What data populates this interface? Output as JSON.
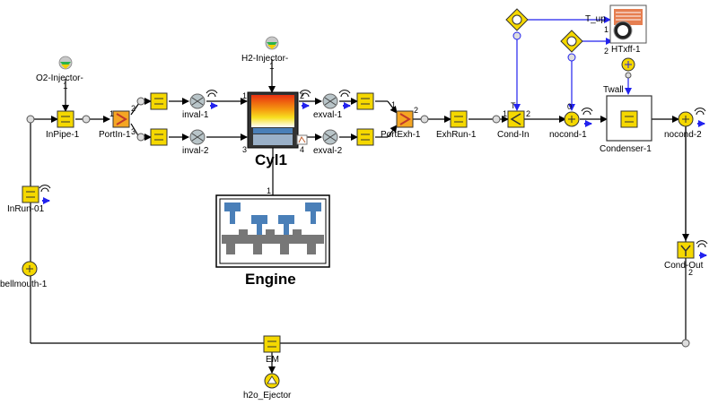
{
  "labels": {
    "o2_injector": "O2-Injector-",
    "o2_injector_idx": "1",
    "h2_injector": "H2-Injector-",
    "h2_injector_idx": "1",
    "inpipe": "InPipe-1",
    "portin": "PortIn-1",
    "inval1": "inval-1",
    "inval2": "inval-2",
    "cyl": "Cyl1",
    "exval1": "exval-1",
    "exval2": "exval-2",
    "portexh": "PortExh-1",
    "exhrun": "ExhRun-1",
    "condin": "Cond-In",
    "nocond1": "nocond-1",
    "condenser": "Condenser-1",
    "nocond2": "nocond-2",
    "condout": "Cond-Out",
    "inrun": "InRun-01",
    "bellmouth": "bellmouth-1",
    "engine": "Engine",
    "em": "EM",
    "h2o_ejector": "h2o_Ejector",
    "htx": "HTxff-1",
    "t_up": "T_up",
    "twall": "Twall"
  },
  "port_numbers": {
    "cyl_in1": "1",
    "cyl_in2": "3",
    "cyl_out1": "2",
    "cyl_out2": "4",
    "cyl_engine": "1",
    "portin_1": "1",
    "portin_2": "2",
    "portin_3": "3",
    "portexh_1": "1",
    "portexh_2": "2",
    "condin_1": "1",
    "condin_2": "2",
    "condin_top": "T",
    "nocond_0": "0",
    "htx_1": "1",
    "htx_2": "2",
    "condout_2": "2"
  },
  "colors": {
    "line": "#000000",
    "signal": "#2222ee",
    "pipe_yellow": "#f5d800",
    "engine_blue": "#4a7fb8",
    "engine_gray": "#777777",
    "valve_gray": "#b8c4c8"
  }
}
